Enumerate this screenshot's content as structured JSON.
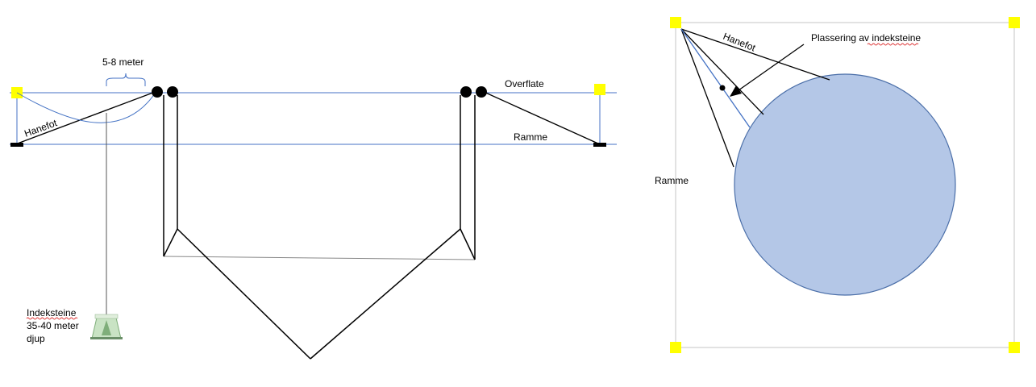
{
  "left_diagram": {
    "range_label": "5-8 meter",
    "surface_label": "Overflate",
    "frame_label": "Ramme",
    "bridle_label": "Hanefot",
    "index_stone_label": [
      "Indeksteine",
      "35-40 meter",
      "djup"
    ]
  },
  "right_diagram": {
    "bridle_label": "Hanefot",
    "placement_label": "Plassering av indeksteine",
    "frame_label": "Ramme"
  },
  "colors": {
    "buoy": "#ffff00",
    "frame_line": "#4472c4",
    "net_circle_fill": "#b4c7e7",
    "net_circle_stroke": "#4a6ea8",
    "border": "#cfcfcf"
  }
}
